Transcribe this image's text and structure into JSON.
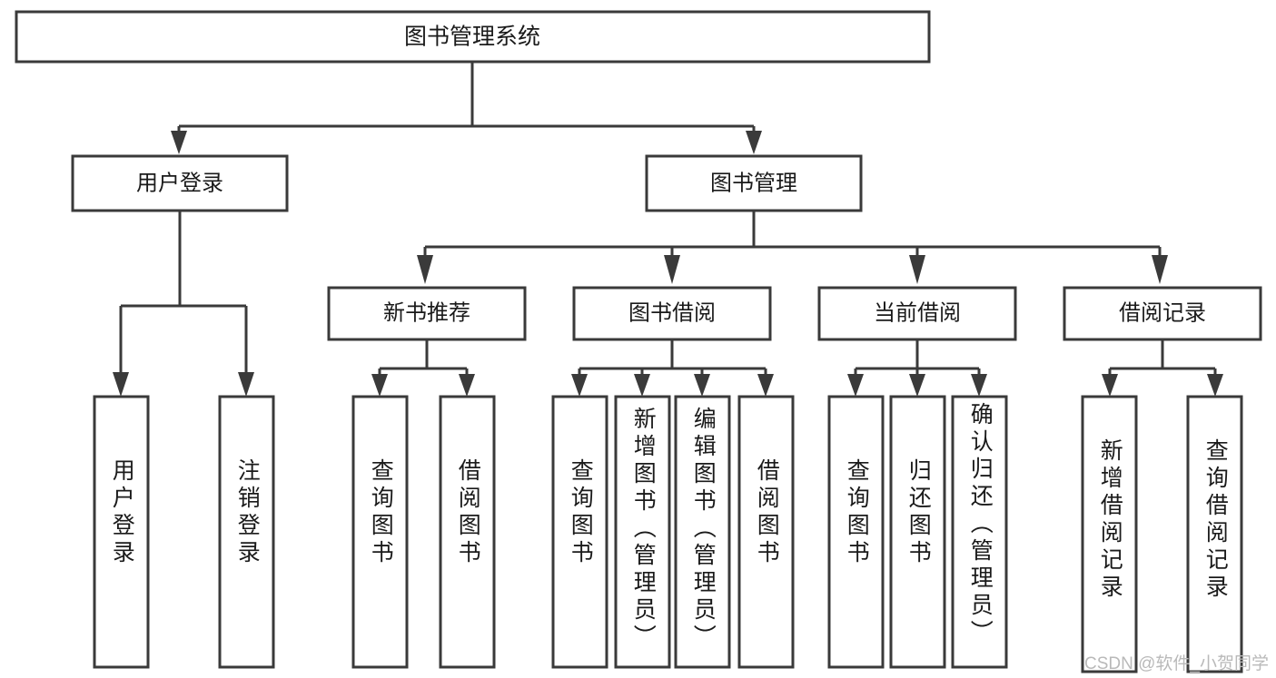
{
  "diagram": {
    "type": "tree-hierarchy-chart",
    "title": "图书管理系统",
    "watermark": "CSDN @软件_小贺同学",
    "colors": {
      "box_stroke": "#3a3a3a",
      "box_fill": "#ffffff",
      "text": "#1a1a1a",
      "background": "#ffffff",
      "watermark": "#b9b9b9"
    },
    "levels": {
      "root": {
        "label": "图书管理系统"
      },
      "level2": [
        {
          "label": "用户登录"
        },
        {
          "label": "图书管理"
        }
      ],
      "level3": [
        {
          "label": "新书推荐"
        },
        {
          "label": "图书借阅"
        },
        {
          "label": "当前借阅"
        },
        {
          "label": "借阅记录"
        }
      ],
      "leaves": [
        {
          "label": "用户登录",
          "parent": "用户登录"
        },
        {
          "label": "注销登录",
          "parent": "用户登录"
        },
        {
          "label": "查询图书",
          "parent": "新书推荐"
        },
        {
          "label": "借阅图书",
          "parent": "新书推荐"
        },
        {
          "label": "查询图书",
          "parent": "图书借阅"
        },
        {
          "label": "新增图书（管理员）",
          "parent": "图书借阅"
        },
        {
          "label": "编辑图书（管理员）",
          "parent": "图书借阅"
        },
        {
          "label": "借阅图书",
          "parent": "图书借阅"
        },
        {
          "label": "查询图书",
          "parent": "当前借阅"
        },
        {
          "label": "归还图书",
          "parent": "当前借阅"
        },
        {
          "label": "确认归还（管理员）",
          "parent": "当前借阅"
        },
        {
          "label": "新增借阅记录",
          "parent": "借阅记录"
        },
        {
          "label": "查询借阅记录",
          "parent": "借阅记录"
        }
      ]
    }
  }
}
